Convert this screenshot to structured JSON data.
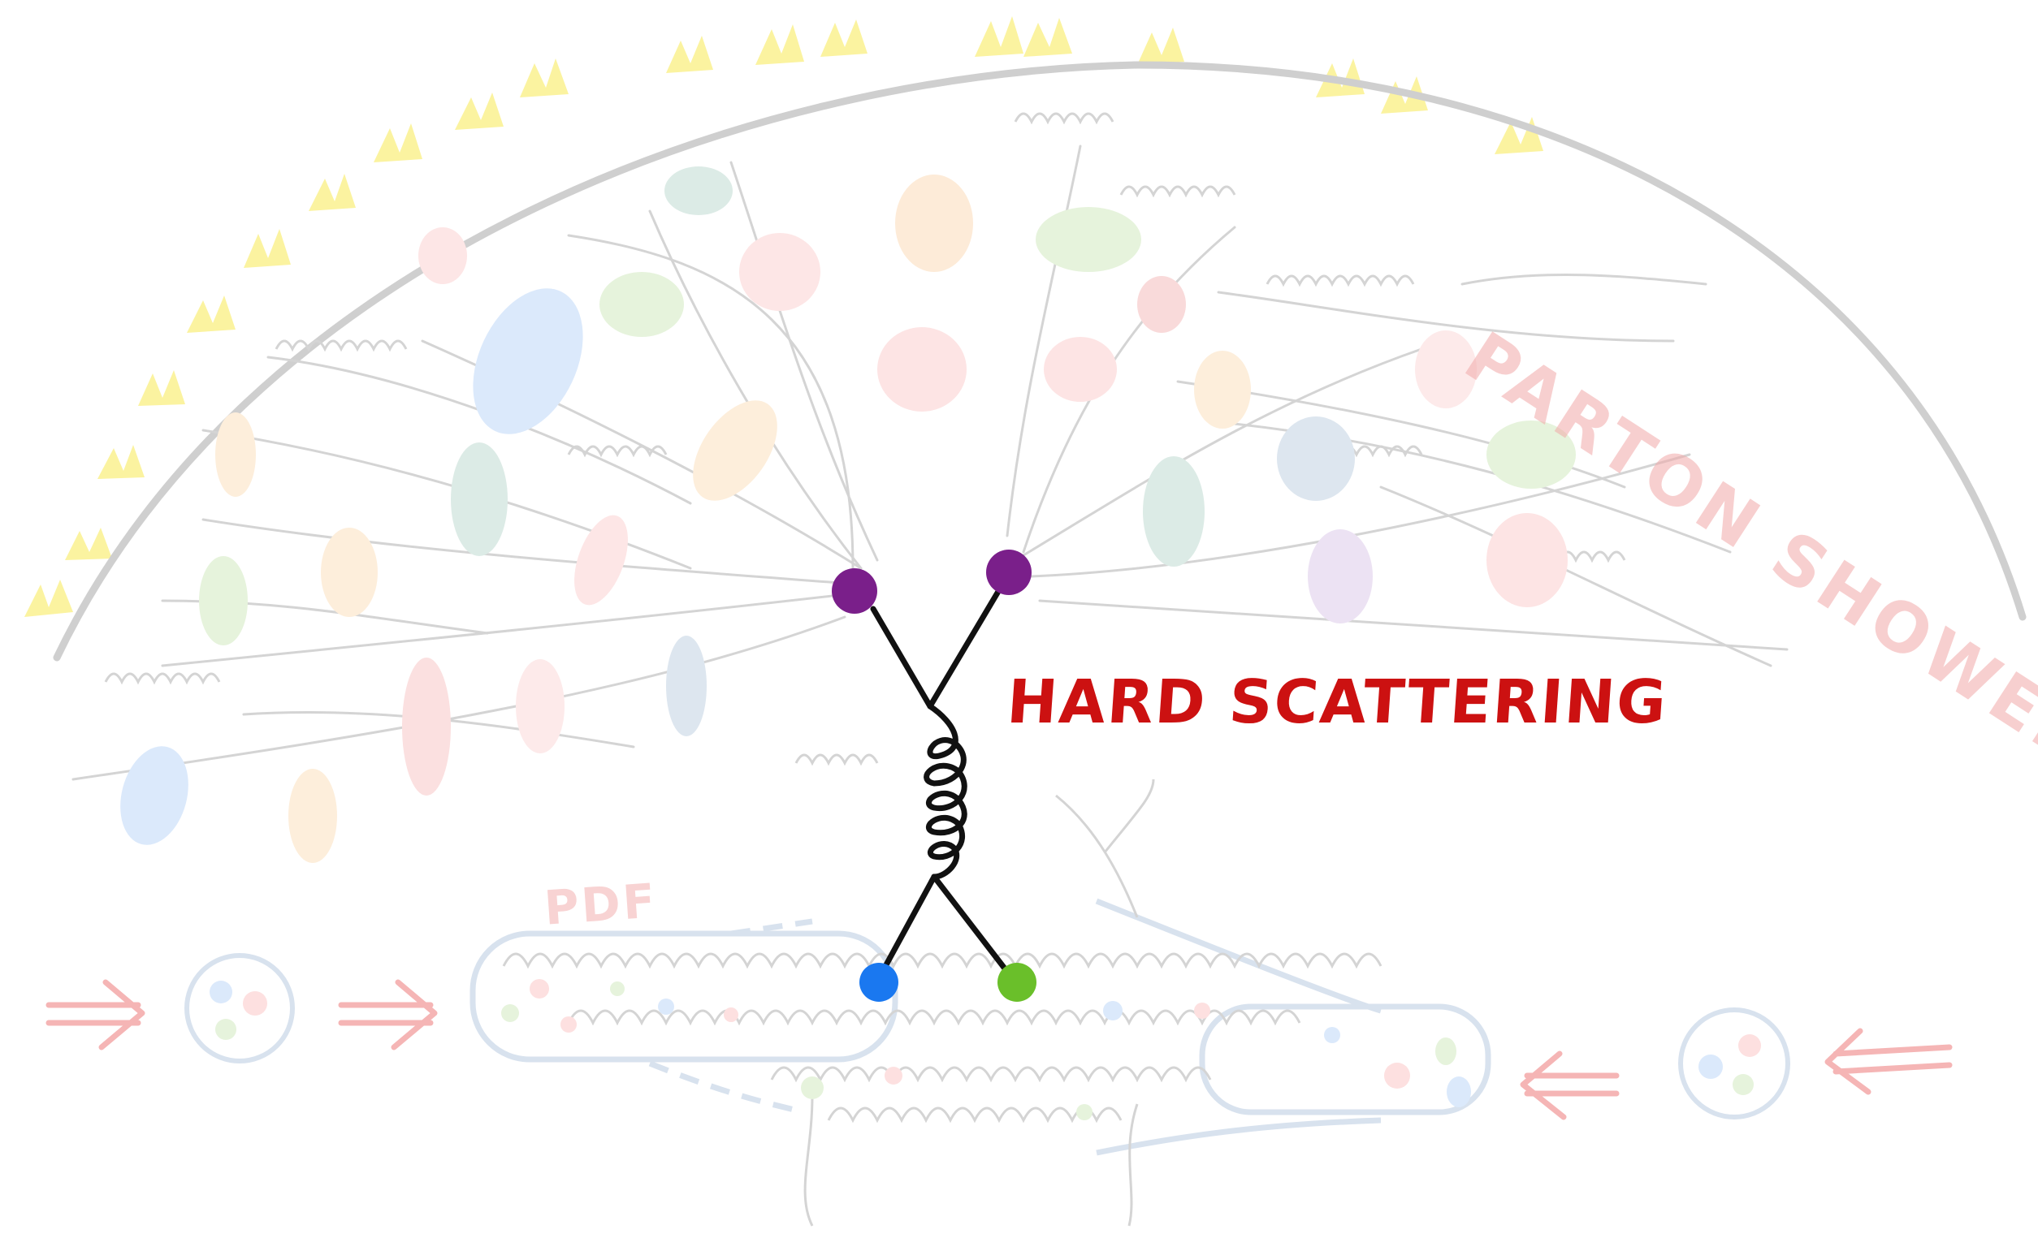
{
  "labels": {
    "hard_scattering": "HARD SCATTERING",
    "parton_shower": "PARTON SHOWER",
    "pdf": "PDF"
  },
  "colors": {
    "hard_scattering_text": "#cc1111",
    "faded_label": "#f2a9a9",
    "lines_faded": "#cfcfcf",
    "lines_main": "#111111",
    "outgoing_parton": "#7a1f8a",
    "incoming_parton_left": "#1a78f0",
    "incoming_parton_right": "#6abf2a",
    "hadron_yellow": "#fbf3a0",
    "beam_arrow": "#f5b5b5",
    "proton_outline": "#b9cfe6"
  },
  "icons": [
    "proton-icon",
    "beam-arrow-icon",
    "gluon-icon",
    "hadron-blob-icon"
  ]
}
